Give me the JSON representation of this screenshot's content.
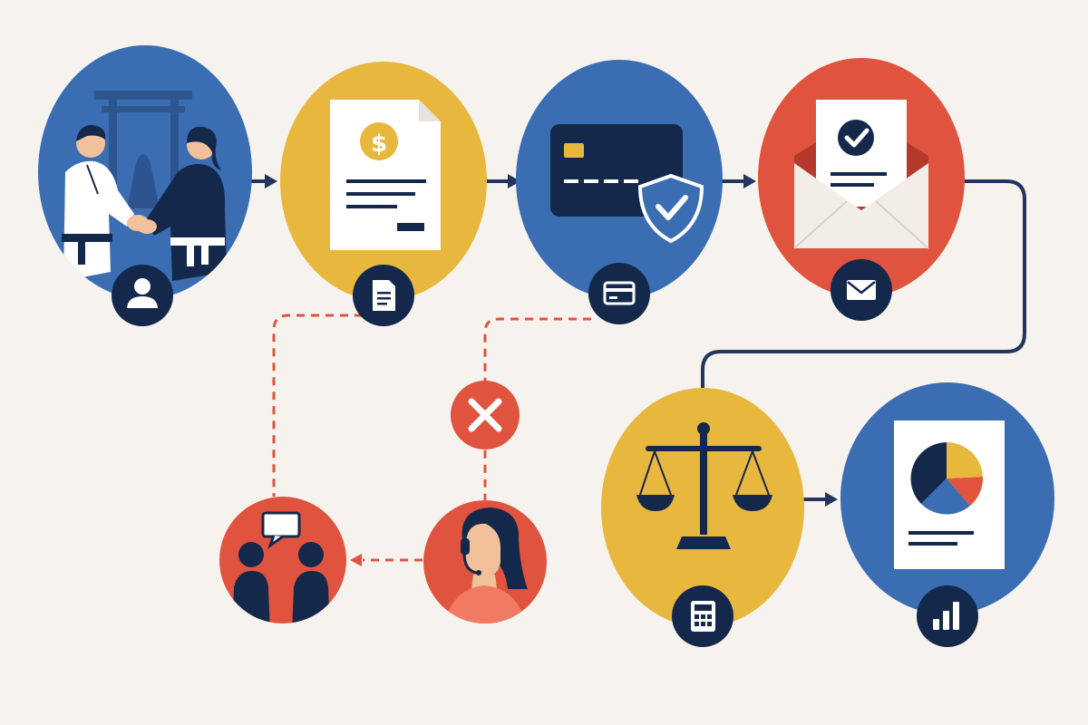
{
  "theme": {
    "background": "#f6f3ef",
    "navy": "#14284b",
    "blue": "#3b6db3",
    "yellow": "#e8b73e",
    "red": "#e0533e",
    "paper": "#ffffff",
    "line": "#23355c",
    "dashed": "#e0533e"
  },
  "nodes": [
    {
      "id": "membership",
      "color": "blue",
      "illustration": "karate-handshake-torii",
      "badge_icon": "user-icon"
    },
    {
      "id": "invoice",
      "color": "yellow",
      "illustration": "invoice-dollar-document",
      "badge_icon": "document-icon"
    },
    {
      "id": "payment",
      "color": "blue",
      "illustration": "card-with-shield-check",
      "badge_icon": "credit-card-icon"
    },
    {
      "id": "confirmation",
      "color": "red",
      "illustration": "envelope-with-check-letter",
      "badge_icon": "mail-icon"
    },
    {
      "id": "accounting",
      "color": "yellow",
      "illustration": "balance-scale",
      "badge_icon": "calculator-icon"
    },
    {
      "id": "reporting",
      "color": "blue",
      "illustration": "pie-chart-report",
      "badge_icon": "bar-chart-icon"
    },
    {
      "id": "support",
      "color": "red",
      "illustration": "headset-agent"
    },
    {
      "id": "discussion",
      "color": "red",
      "illustration": "two-people-speech-bubble"
    }
  ],
  "failure_marker": {
    "icon": "x-icon",
    "color": "red"
  },
  "connectors": [
    {
      "from": "membership",
      "to": "invoice",
      "style": "solid-arrow"
    },
    {
      "from": "invoice",
      "to": "payment",
      "style": "solid-arrow"
    },
    {
      "from": "payment",
      "to": "confirmation",
      "style": "solid-arrow"
    },
    {
      "from": "confirmation",
      "to": "accounting",
      "style": "solid-line"
    },
    {
      "from": "accounting",
      "to": "reporting",
      "style": "solid-arrow"
    },
    {
      "from": "invoice",
      "to": "discussion",
      "style": "dashed-line"
    },
    {
      "from": "payment",
      "to": "support",
      "style": "dashed-line-via-failure"
    },
    {
      "from": "support",
      "to": "discussion",
      "style": "dashed-arrow"
    }
  ]
}
